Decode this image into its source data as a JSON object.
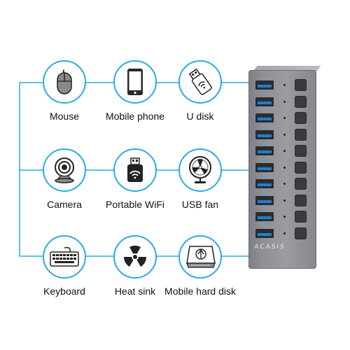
{
  "devices": [
    {
      "id": "mouse",
      "label": "Mouse",
      "icon": "mouse-icon"
    },
    {
      "id": "mobile-phone",
      "label": "Mobile phone",
      "icon": "mobile-phone-icon"
    },
    {
      "id": "u-disk",
      "label": "U disk",
      "icon": "usb-drive-icon"
    },
    {
      "id": "camera",
      "label": "Camera",
      "icon": "webcam-icon"
    },
    {
      "id": "portable-wifi",
      "label": "Portable WiFi",
      "icon": "wifi-adapter-icon"
    },
    {
      "id": "usb-fan",
      "label": "USB fan",
      "icon": "fan-icon"
    },
    {
      "id": "keyboard",
      "label": "Keyboard",
      "icon": "keyboard-icon"
    },
    {
      "id": "heat-sink",
      "label": "Heat sink",
      "icon": "radiation-icon"
    },
    {
      "id": "mobile-hard-disk",
      "label": "Mobile hard disk",
      "icon": "hard-disk-icon"
    }
  ],
  "hub": {
    "brand": "ACASIS",
    "port_count": 10
  },
  "colors": {
    "accent": "#29abe2",
    "hub_body": "#909297",
    "usb_blue": "#1e7fd0"
  }
}
